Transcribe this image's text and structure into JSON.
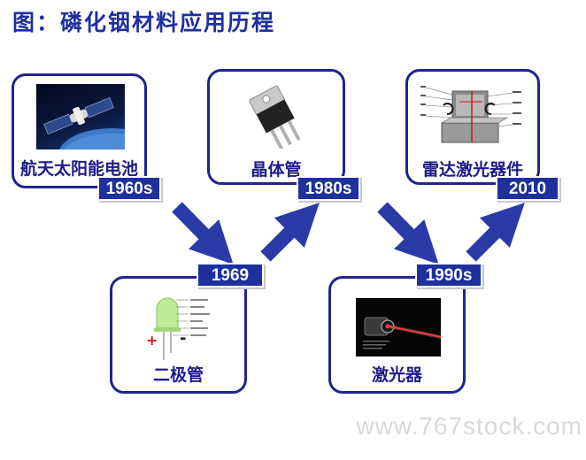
{
  "title": "图：磷化铟材料应用历程",
  "milestones": [
    {
      "label": "航天太阳能电池",
      "year": "1960s",
      "image": "satellite-photo"
    },
    {
      "label": "晶体管",
      "year": "1980s",
      "image": "transistor-photo"
    },
    {
      "label": "雷达激光器件",
      "year": "2010",
      "image": "radar-laser-device-diagram"
    },
    {
      "label": "二极管",
      "year": "1969",
      "image": "led-diode-diagram"
    },
    {
      "label": "激光器",
      "year": "1990s",
      "image": "laser-beam-photo"
    }
  ],
  "led_diagram": {
    "plus": "+",
    "minus": "-"
  },
  "watermark": "www.767stock.com",
  "colors": {
    "accent": "#1f2f9e",
    "border": "#21238f",
    "arrow": "#2a3ba8"
  }
}
